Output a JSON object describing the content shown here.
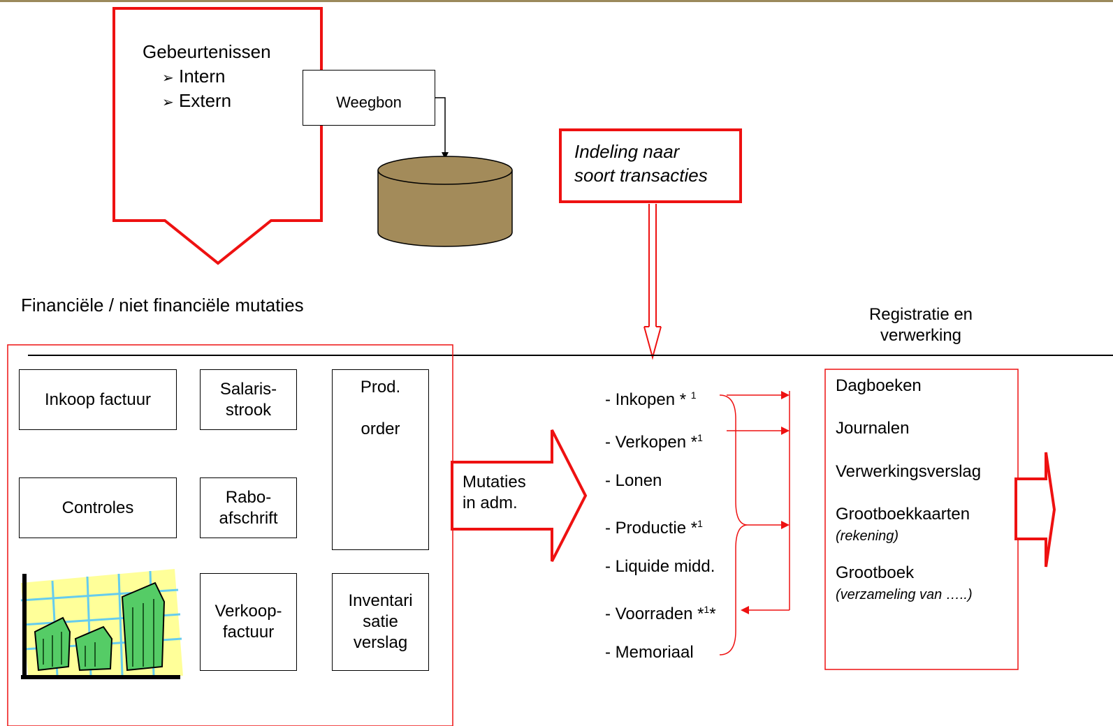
{
  "events": {
    "title": "Gebeurtenissen",
    "items": [
      "Intern",
      "Extern"
    ],
    "bullet": "➢"
  },
  "weegbon": "Weegbon",
  "indeling": {
    "line1": "Indeling naar",
    "line2": "soort transacties"
  },
  "mutaties_label": "Financiële / niet financiële mutaties",
  "registratie": {
    "line1": "Registratie en",
    "line2": "verwerking"
  },
  "documents": {
    "inkoop": "Inkoop factuur",
    "salaris": "Salaris-\nstrook",
    "prod": "Prod.\n\norder",
    "controles": "Controles",
    "rabo": "Rabo-\nafschrift",
    "verkoop": "Verkoop-\nfactuur",
    "inventaris": "Inventari\nsatie\nverslag"
  },
  "mutaties_arrow": {
    "line1": "Mutaties",
    "line2": "in adm."
  },
  "categories": [
    {
      "text": "- Inkopen * ",
      "sup": "1",
      "suffix": ""
    },
    {
      "text": "- Verkopen *",
      "sup": "1",
      "suffix": ""
    },
    {
      "text": "- Lonen",
      "sup": "",
      "suffix": ""
    },
    {
      "text": "- Productie *",
      "sup": "1",
      "suffix": ""
    },
    {
      "text": "- Liquide midd.",
      "sup": "",
      "suffix": ""
    },
    {
      "text": "- Voorraden *",
      "sup": "1",
      "suffix": "*"
    },
    {
      "text": "- Memoriaal",
      "sup": "",
      "suffix": ""
    }
  ],
  "books": {
    "dagboeken": "Dagboeken",
    "journalen": "Journalen",
    "verwerkingsverslag": "Verwerkingsverslag",
    "grootboekkaarten": "Grootboekkaarten",
    "rekening": "(rekening)",
    "grootboek": "Grootboek",
    "verzameling": "(verzameling van …..)"
  },
  "colors": {
    "red": "#ee1111",
    "db_fill": "#a38b5a",
    "clip_bg": "#ffff99",
    "clip_grid": "#66ccee",
    "money": "#55cc66"
  }
}
